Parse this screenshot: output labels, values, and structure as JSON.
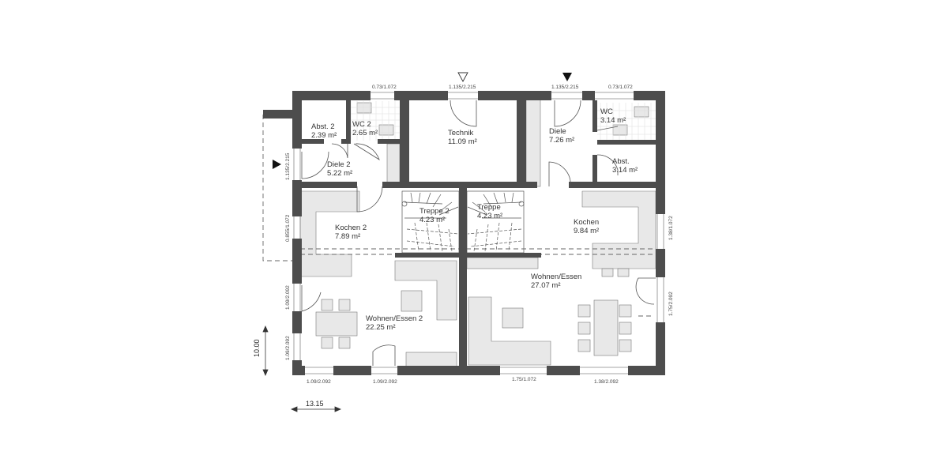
{
  "plan": {
    "colors": {
      "wall": "#4d4d4d",
      "furniture": "#e8e8e8",
      "line": "#555555",
      "background": "#ffffff"
    },
    "rooms": [
      {
        "name": "Abst. 2",
        "area": "2.39 m²"
      },
      {
        "name": "WC 2",
        "area": "2.65 m²"
      },
      {
        "name": "Technik",
        "area": "11.09 m²"
      },
      {
        "name": "Diele",
        "area": "7.26 m²"
      },
      {
        "name": "WC",
        "area": "3.14 m²"
      },
      {
        "name": "Diele 2",
        "area": "5.22 m²"
      },
      {
        "name": "Abst.",
        "area": "3.14 m²"
      },
      {
        "name": "Treppe 2",
        "area": "4.23 m²"
      },
      {
        "name": "Treppe",
        "area": "4.23 m²"
      },
      {
        "name": "Kochen 2",
        "area": "7.89 m²"
      },
      {
        "name": "Kochen",
        "area": "9.84 m²"
      },
      {
        "name": "Wohnen/Essen",
        "area": "27.07 m²"
      },
      {
        "name": "Wohnen/Essen 2",
        "area": "22.25 m²"
      }
    ],
    "top_dims": [
      "0.73/1.072",
      "1.135/2.215",
      "1.135/2.215",
      "0.73/1.072"
    ],
    "left_dims": [
      "1.135/2.215",
      "0.855/1.072",
      "1.09/2.092",
      "1.09/2.092"
    ],
    "right_dims": [
      "1.38/1.072",
      "1.75/2.092"
    ],
    "bottom_dims": [
      "1.09/2.092",
      "1.09/2.092",
      "1.75/1.072",
      "1.38/2.092"
    ],
    "overall": {
      "depth": "10.00",
      "width": "13.15"
    },
    "entrances": [
      "entrance-outline-icon",
      "entrance-filled-icon",
      "entrance-filled-icon"
    ]
  }
}
